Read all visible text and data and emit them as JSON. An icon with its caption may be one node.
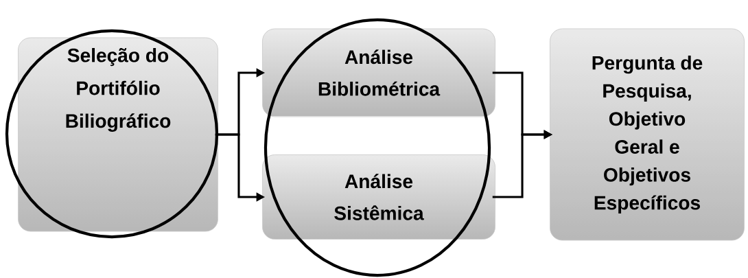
{
  "diagram": {
    "nodes": [
      {
        "text": [
          "Seleção do Portifólio Biliográfico"
        ]
      },
      {
        "text": [
          "Análise Bibliométrica"
        ]
      },
      {
        "text": [
          "Análise Sistêmica"
        ]
      },
      {
        "text": [
          "Pergunta de Pesquisa, Objetivo Geral e Objetivos Específicos"
        ]
      }
    ],
    "edges": [
      {
        "from": 0,
        "to": 1,
        "arrow": "to"
      },
      {
        "from": 0,
        "to": 2,
        "arrow": "to"
      },
      {
        "from": 1,
        "to": 3,
        "arrow": "to"
      },
      {
        "from": 2,
        "to": 3,
        "arrow": "to"
      }
    ]
  }
}
